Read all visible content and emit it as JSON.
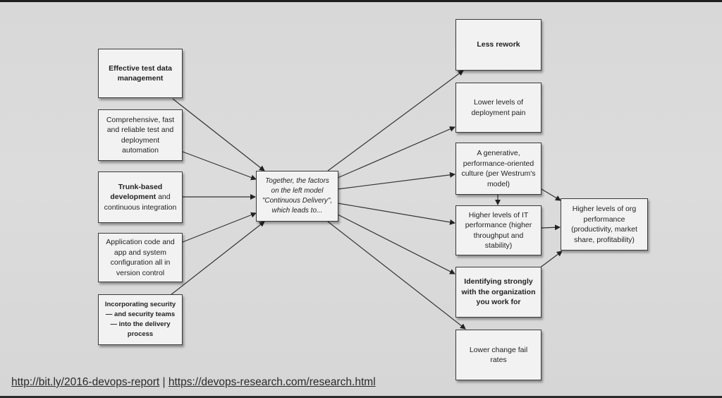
{
  "left_factors": [
    {
      "text": "Effective test data management"
    },
    {
      "text": "Comprehensive, fast and reliable test and deployment automation"
    },
    {
      "bold": "Trunk-based development",
      "rest": " and continuous integration"
    },
    {
      "text": "Application code and app and system configuration all in version control"
    },
    {
      "text": "Incorporating security — and security teams — into the delivery process"
    }
  ],
  "center": {
    "text": "Together, the factors on the left model \"Continuous Delivery\", which leads to..."
  },
  "outcomes": [
    {
      "text": "Less rework"
    },
    {
      "text": "Lower levels of deployment pain"
    },
    {
      "text": "A generative, performance-oriented culture (per Westrum's model)"
    },
    {
      "text": "Higher levels of IT performance (higher throughput and stability)"
    },
    {
      "text": "Identifying strongly with the organization you work for"
    },
    {
      "text": "Lower change fail rates"
    }
  ],
  "final": {
    "text": "Higher levels of org performance (productivity, market share, profitability)"
  },
  "footer": {
    "link1": "http://bit.ly/2016-devops-report",
    "separator": " | ",
    "link2": "https://devops-research.com/research.html"
  }
}
